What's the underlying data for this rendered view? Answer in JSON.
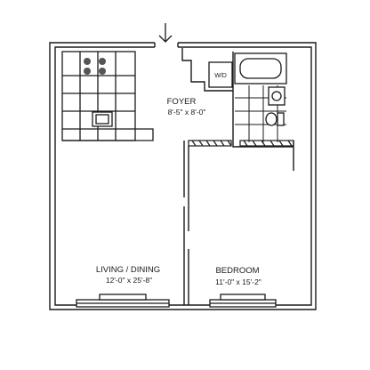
{
  "rooms": {
    "foyer": {
      "name": "FOYER",
      "dims": "8'-5\" x 8'-0\""
    },
    "living_dining": {
      "name": "LIVING / DINING",
      "dims": "12'-0\" x 25'-8\""
    },
    "bedroom": {
      "name": "BEDROOM",
      "dims": "11'-0\" x 15'-2\""
    }
  },
  "appliances": {
    "washer_dryer": "W/D"
  },
  "icons": {
    "entry": "down-arrow-icon"
  },
  "colors": {
    "line": "#1a1a1a",
    "paper": "#ffffff",
    "tile": "#555555"
  }
}
